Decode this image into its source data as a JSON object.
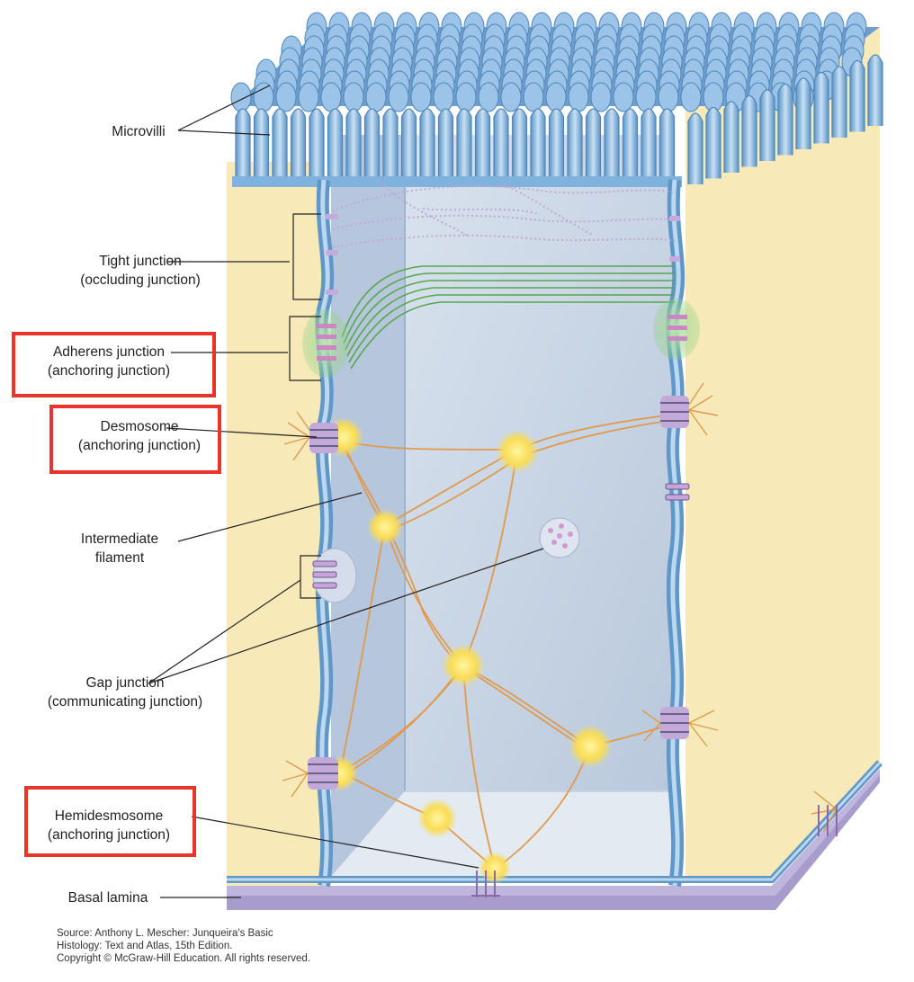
{
  "labels": {
    "microvilli": [
      "Microvilli"
    ],
    "tight_junction": [
      "Tight junction",
      "(occluding junction)"
    ],
    "adherens_junction": [
      "Adherens junction",
      "(anchoring junction)"
    ],
    "desmosome": [
      "Desmosome",
      "(anchoring junction)"
    ],
    "intermediate_filament": [
      "Intermediate",
      "filament"
    ],
    "gap_junction": [
      "Gap junction",
      "(communicating junction)"
    ],
    "hemidesmosome": [
      "Hemidesmosome",
      "(anchoring junction)"
    ],
    "basal_lamina": [
      "Basal lamina"
    ]
  },
  "highlighted_labels": [
    "adherens_junction",
    "desmosome",
    "hemidesmosome"
  ],
  "source": [
    "Source: Anthony L. Mescher: Junqueira's Basic",
    "Histology: Text and Atlas, 15th Edition.",
    "Copyright © McGraw-Hill Education. All rights reserved."
  ],
  "colors": {
    "highlight": "#e8342a",
    "membrane": "#7fb2dc",
    "cytoplasm": "#c9d6e6",
    "side_faces": "#f8eab8",
    "basal_lamina": "#a79ccb",
    "tight_junction": "#b59ccc",
    "actin_filaments": "#5aaa4a",
    "intermediate_filaments": "#e39b4b",
    "desmosome_plaque": "#f7d84e"
  }
}
